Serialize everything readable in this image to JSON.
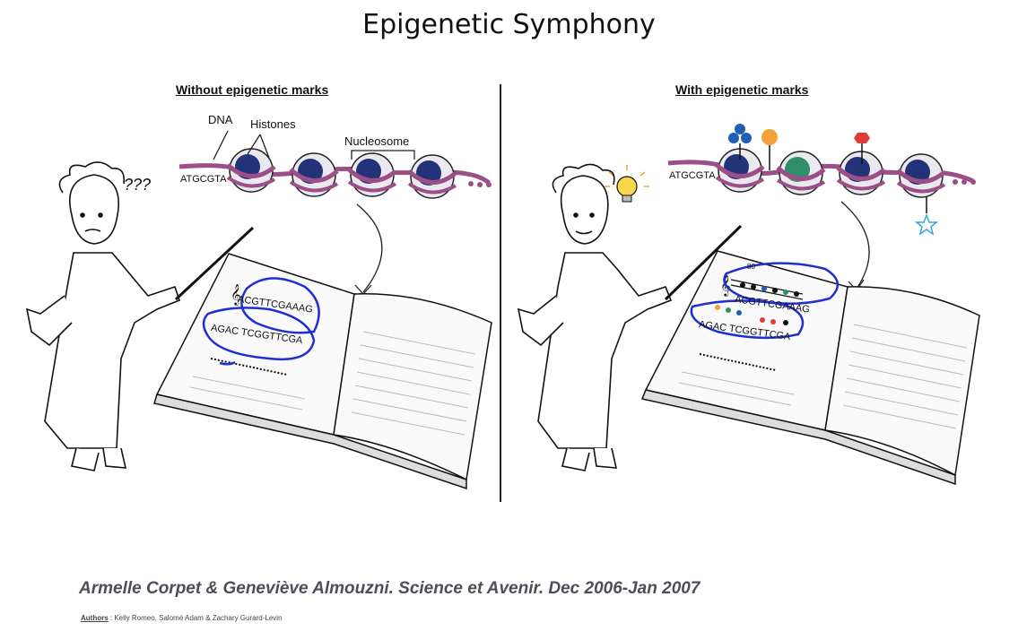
{
  "title": "Epigenetic Symphony",
  "left_panel": {
    "heading": "Without epigenetic marks",
    "label_dna": "DNA",
    "label_histones": "Histones",
    "label_nucleosome": "Nucleosome",
    "dna_seq": "ATGCGTA",
    "confusion": "???",
    "book_seq_1": "ACGTTCGAAAG",
    "book_seq_2": "AGAC TCGGTTCGA"
  },
  "right_panel": {
    "heading": "With epigenetic marks",
    "dna_seq": "ATGCGTA",
    "book_seq_1": "ACGTTCGAAAG",
    "book_seq_2": "AGAC TCGGTTCGA",
    "score_number": "80"
  },
  "footer": {
    "citation": "Armelle Corpet & Geneviève Almouzni. Science et Avenir. Dec 2006-Jan 2007",
    "authors_key": "Authors",
    "authors_value": " : Kelly Romeo, Salomé Adam & Zachary Gurard-Levin"
  },
  "colors": {
    "dna_strand": "#9b4f86",
    "histone": "#23337a",
    "annotation_blue": "#1f2fd1",
    "mark_blue": "#1e5fb5",
    "mark_orange": "#f2a23a",
    "mark_red": "#e23b3b",
    "mark_green": "#2f8f6a",
    "citation_gray": "#4a4f5a"
  },
  "icons": [
    "lightbulb-icon",
    "treble-clef-icon",
    "star-mark-icon",
    "club-mark-icon"
  ]
}
